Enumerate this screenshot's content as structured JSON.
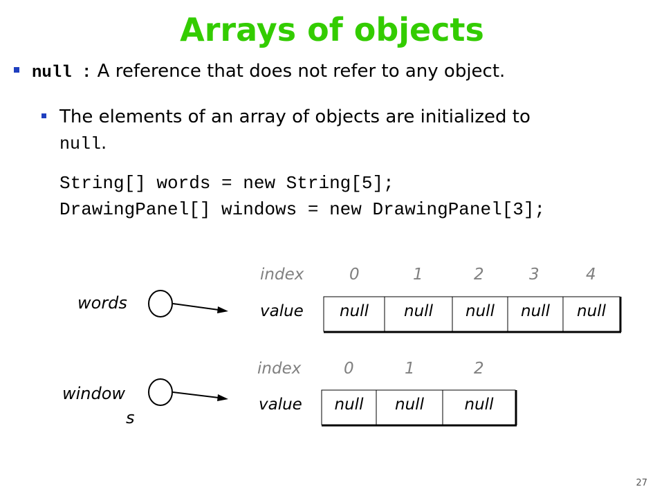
{
  "slide": {
    "title": "Arrays of objects",
    "bullet1": {
      "keyword": "null",
      "colon": " :",
      "text": " A reference that does not refer to any object."
    },
    "bullet2": {
      "text": "The elements of an array of objects are initialized to",
      "null_word": "null",
      "period": "."
    },
    "code": [
      "String[] words = new String[5];",
      "DrawingPanel[] windows = new DrawingPanel[3];"
    ],
    "page_number": "27"
  },
  "diagram": {
    "index_label": "index",
    "value_label": "value",
    "arrays": [
      {
        "variable_line1": "words",
        "variable_line2": "",
        "indices": [
          "0",
          "1",
          "2",
          "3",
          "4"
        ],
        "values": [
          "null",
          "null",
          "null",
          "null",
          "null"
        ]
      },
      {
        "variable_line1": "window",
        "variable_line2": "s",
        "indices": [
          "0",
          "1",
          "2"
        ],
        "values": [
          "null",
          "null",
          "null"
        ]
      }
    ]
  },
  "colors": {
    "title": "#33cc00",
    "bullet": "#1f3fbf",
    "index_text": "#808080"
  }
}
